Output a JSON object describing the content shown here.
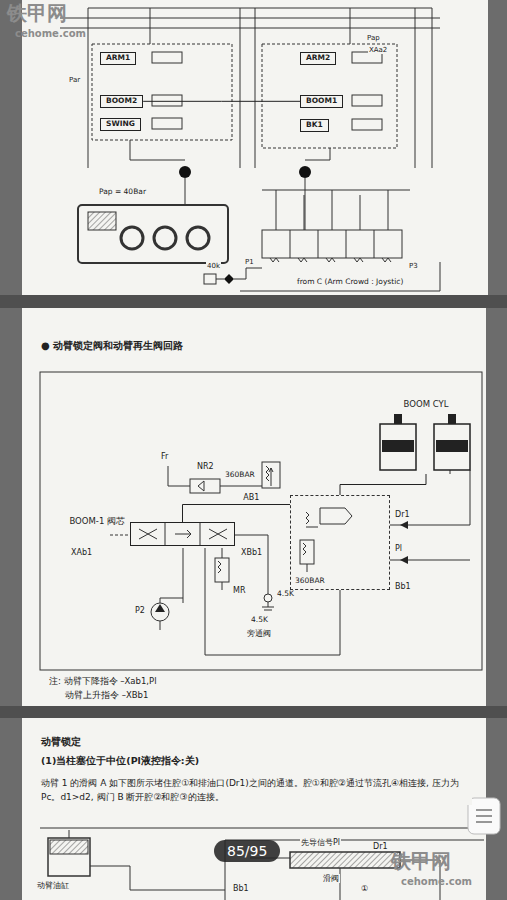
{
  "diagram": {
    "nodes": [
      {
        "text": [
          "ARM1"
        ]
      },
      {
        "text": [
          "BOOM2"
        ]
      },
      {
        "text": [
          "SWING"
        ]
      },
      {
        "text": [
          "ARM2"
        ]
      },
      {
        "text": [
          "BOOM1"
        ]
      },
      {
        "text": [
          "BK1"
        ]
      },
      {
        "text": [
          "BOOM-1 阀芯"
        ]
      },
      {
        "text": [
          "BOOM CYL"
        ]
      },
      {
        "text": [
          "360BAR"
        ]
      }
    ],
    "edges": [
      {
        "from": 6,
        "to": 8,
        "label": "AB1",
        "arrow": "none"
      },
      {
        "from": 8,
        "to": 7,
        "arrow": "none"
      },
      {
        "from": 1,
        "to": 4,
        "arrow": "none"
      }
    ],
    "labels": [
      "铁甲网",
      "cehome.com",
      "Pap",
      "XAa2",
      "Par",
      "Pap = 40Bar",
      "40k",
      "P1",
      "P3",
      "from C (Arm Crowd : Joystic)",
      "● 动臂锁定阀和动臂再生阀回路",
      "Fr",
      "NR2",
      "360BAR",
      "XAb1",
      "XBb1",
      "Dr1",
      "Pl",
      "Bb1",
      "MR",
      "P2",
      "4.5K",
      "4.5K",
      "旁通阀",
      "注: 动臂下降指令 –Xab1,Pl",
      "动臂上升指令 –XBb1",
      "动臂锁定",
      "(1)当柱塞位于中位(Pl液控指令:关)",
      "动臂 1 的滑阀 A 如下图所示堵住腔①和排油口(Dr1)之间的通道。腔①和腔②通过节流孔④相连接, 压力为 Pc。d1>d2, 阀门 B 断开腔②和腔③的连接。",
      "先导信号Pl",
      "滑阀",
      "Dr1",
      "动臂油缸",
      "Bb1",
      "①",
      "85/95",
      "铁甲网",
      "cehome.com"
    ]
  }
}
